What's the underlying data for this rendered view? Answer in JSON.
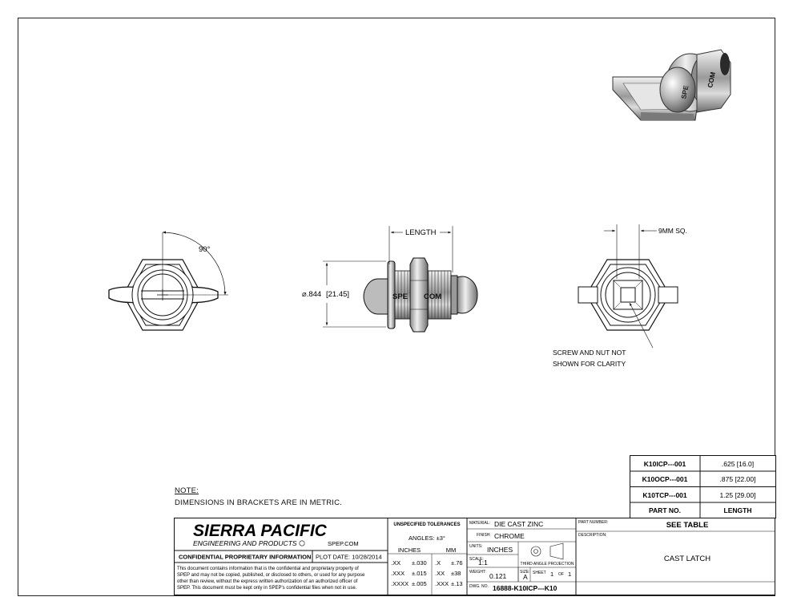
{
  "drawing": {
    "angle_label": "90°",
    "length_label": "LENGTH",
    "diameter_label": "⌀.844",
    "diameter_metric": "[21.45]",
    "square_label": "9MM SQ.",
    "screw_note_line1": "SCREW AND NUT NOT",
    "screw_note_line2": "SHOWN FOR CLARITY",
    "embossed_text_left": "SPE",
    "embossed_text_right": "COM",
    "iso_embossed": "SPE",
    "iso_embossed_right": "COM"
  },
  "part_table": {
    "rows": [
      {
        "part": "K10ICP---001",
        "length": ".625 [16.0]"
      },
      {
        "part": "K10OCP---001",
        "length": ".875 [22.00]"
      },
      {
        "part": "K10TCP---001",
        "length": "1.25 [29.00]"
      }
    ],
    "header_part": "PART NO.",
    "header_length": "LENGTH"
  },
  "notes": {
    "heading": "NOTE:",
    "line1": "DIMENSIONS IN BRACKETS ARE IN METRIC."
  },
  "title_block": {
    "company": "SIERRA PACIFIC",
    "company_sub": "ENGINEERING AND PRODUCTS",
    "website": "SPEP.COM",
    "confidential_label": "CONFIDENTIAL PROPRIETARY INFORMATION",
    "plot_date": "PLOT DATE: 10/28/2014",
    "legal": [
      "This document contains information that is the confidential and proprietary property of",
      "SPEP and may not be copied, published, or disclosed to others, or used for any purpose",
      "other than review, without the express written authorization of an authorized officer of",
      "SPEP. This document must be kept only in SPEP's confidential files when not in use."
    ],
    "tolerances_title": "UNSPECIFIED TOLERANCES",
    "angles": "ANGLES: ±3°",
    "col_inches": "INCHES",
    "col_mm": "MM",
    "tol_rows": [
      {
        "in_fmt": ".XX",
        "in_tol": "±.030",
        "mm_fmt": ".X",
        "mm_tol": "±.76"
      },
      {
        "in_fmt": ".XXX",
        "in_tol": "±.015",
        "mm_fmt": ".XX",
        "mm_tol": "±38"
      },
      {
        "in_fmt": ".XXXX",
        "in_tol": "±.005",
        "mm_fmt": ".XXX",
        "mm_tol": "±.13"
      }
    ],
    "material_label": "MATERIAL:",
    "material": "DIE CAST ZINC",
    "finish_label": "FINISH:",
    "finish": "CHROME",
    "units_label": "UNITS:",
    "units": "INCHES",
    "scale_label": "SCALE:",
    "scale": "1:1",
    "projection_label": "THIRD ANGLE PROJECTION",
    "weight_label": "WEIGHT:",
    "weight": "0.121",
    "size_label": "SIZE:",
    "size": "A",
    "sheet_label": "SHEET",
    "sheet_num": "1",
    "sheet_of": "OF",
    "sheet_total": "1",
    "dwg_label": "DWG. NO.",
    "dwg_no": "16888-K10ICP---K10",
    "part_number_label": "PART NUMBER:",
    "part_number": "SEE TABLE",
    "description_label": "DESCRIPTION:",
    "description": "CAST LATCH"
  }
}
